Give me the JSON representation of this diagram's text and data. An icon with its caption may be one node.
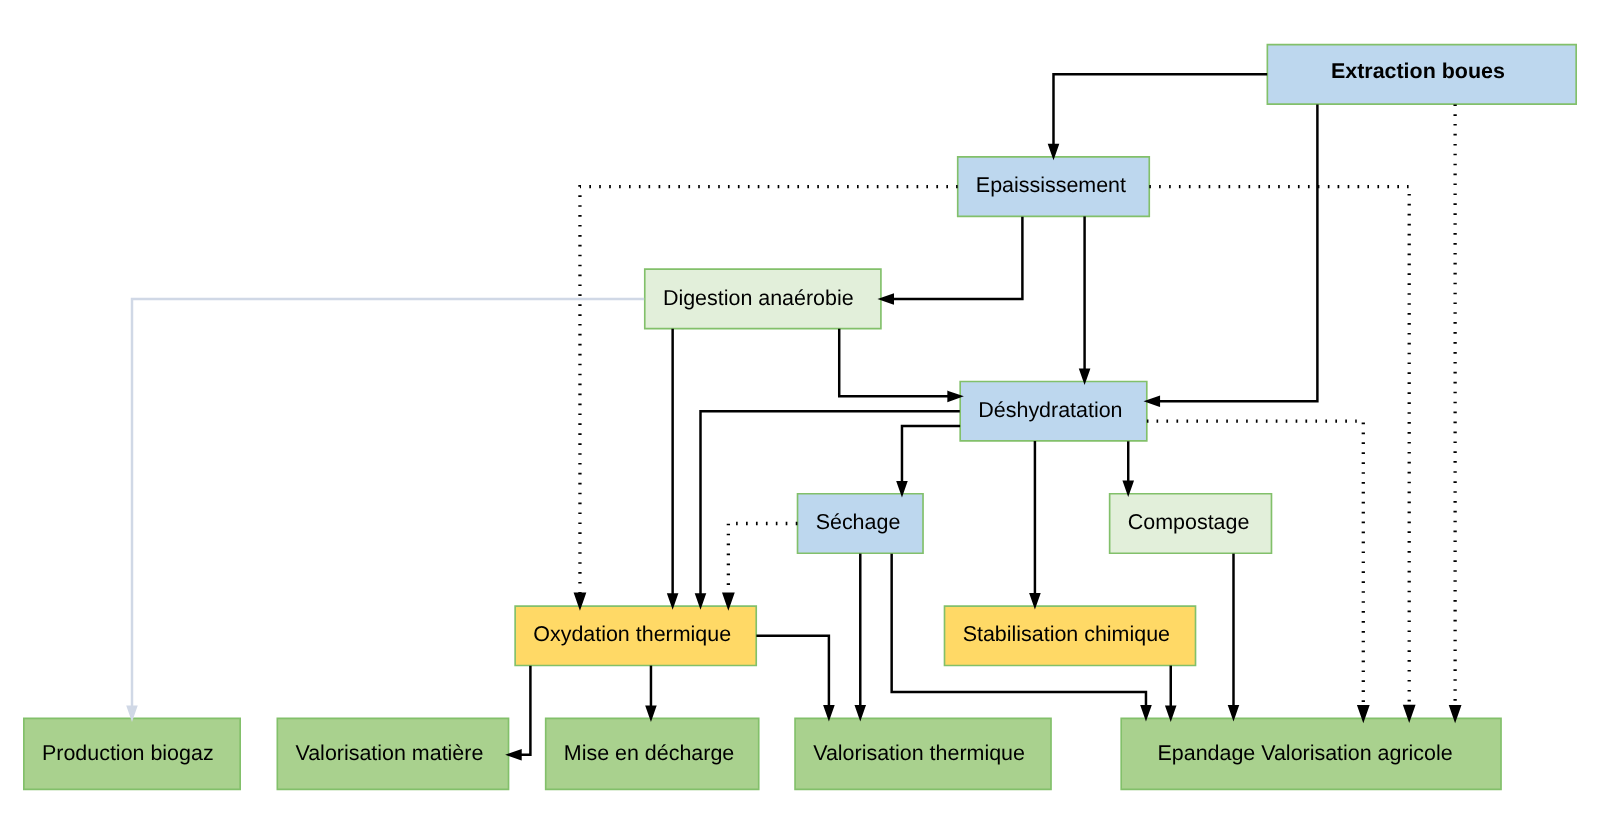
{
  "diagram": {
    "nodes": [
      {
        "text": [
          "Extraction boues"
        ]
      },
      {
        "text": [
          "Epaississement"
        ]
      },
      {
        "text": [
          "Digestion anaérobie"
        ]
      },
      {
        "text": [
          "Déshydratation"
        ]
      },
      {
        "text": [
          "Stabilisation chimique"
        ]
      },
      {
        "text": [
          "Compostage"
        ]
      },
      {
        "text": [
          "Séchage"
        ]
      },
      {
        "text": [
          "Oxydation thermique"
        ]
      },
      {
        "text": [
          "Epandage Valorisation agricole"
        ]
      },
      {
        "text": [
          "Valorisation thermique"
        ]
      },
      {
        "text": [
          "Valorisation matière"
        ]
      },
      {
        "text": [
          "Mise en décharge"
        ]
      },
      {
        "text": [
          "Production biogaz"
        ]
      }
    ],
    "edges": [
      {
        "from": 0,
        "to": 1,
        "arrow": "to"
      },
      {
        "from": 0,
        "to": 3,
        "arrow": "to"
      },
      {
        "from": 0,
        "to": 8,
        "arrow": "to",
        "style": "dashed"
      },
      {
        "from": 1,
        "to": 3,
        "arrow": "to"
      },
      {
        "from": 1,
        "to": 2,
        "arrow": "to"
      },
      {
        "from": 1,
        "to": 8,
        "arrow": "to",
        "style": "dashed"
      },
      {
        "from": 1,
        "to": 7,
        "arrow": "to",
        "style": "dashed"
      },
      {
        "from": 2,
        "to": 3,
        "arrow": "to"
      },
      {
        "from": 2,
        "to": 7,
        "arrow": "to"
      },
      {
        "from": 2,
        "to": 12,
        "arrow": "to",
        "color": "#d0d8e6"
      },
      {
        "from": 3,
        "to": 4,
        "arrow": "to"
      },
      {
        "from": 3,
        "to": 5,
        "arrow": "to"
      },
      {
        "from": 3,
        "to": 6,
        "arrow": "to"
      },
      {
        "from": 3,
        "to": 7,
        "arrow": "to"
      },
      {
        "from": 3,
        "to": 8,
        "arrow": "to",
        "style": "dashed"
      },
      {
        "from": 4,
        "to": 8,
        "arrow": "to"
      },
      {
        "from": 5,
        "to": 8,
        "arrow": "to"
      },
      {
        "from": 6,
        "to": 8,
        "arrow": "to"
      },
      {
        "from": 6,
        "to": 9,
        "arrow": "to"
      },
      {
        "from": 6,
        "to": 7,
        "arrow": "to",
        "style": "dashed"
      },
      {
        "from": 7,
        "to": 9,
        "arrow": "to"
      },
      {
        "from": 7,
        "to": 10,
        "arrow": "to"
      },
      {
        "from": 7,
        "to": 11,
        "arrow": "to"
      }
    ]
  }
}
